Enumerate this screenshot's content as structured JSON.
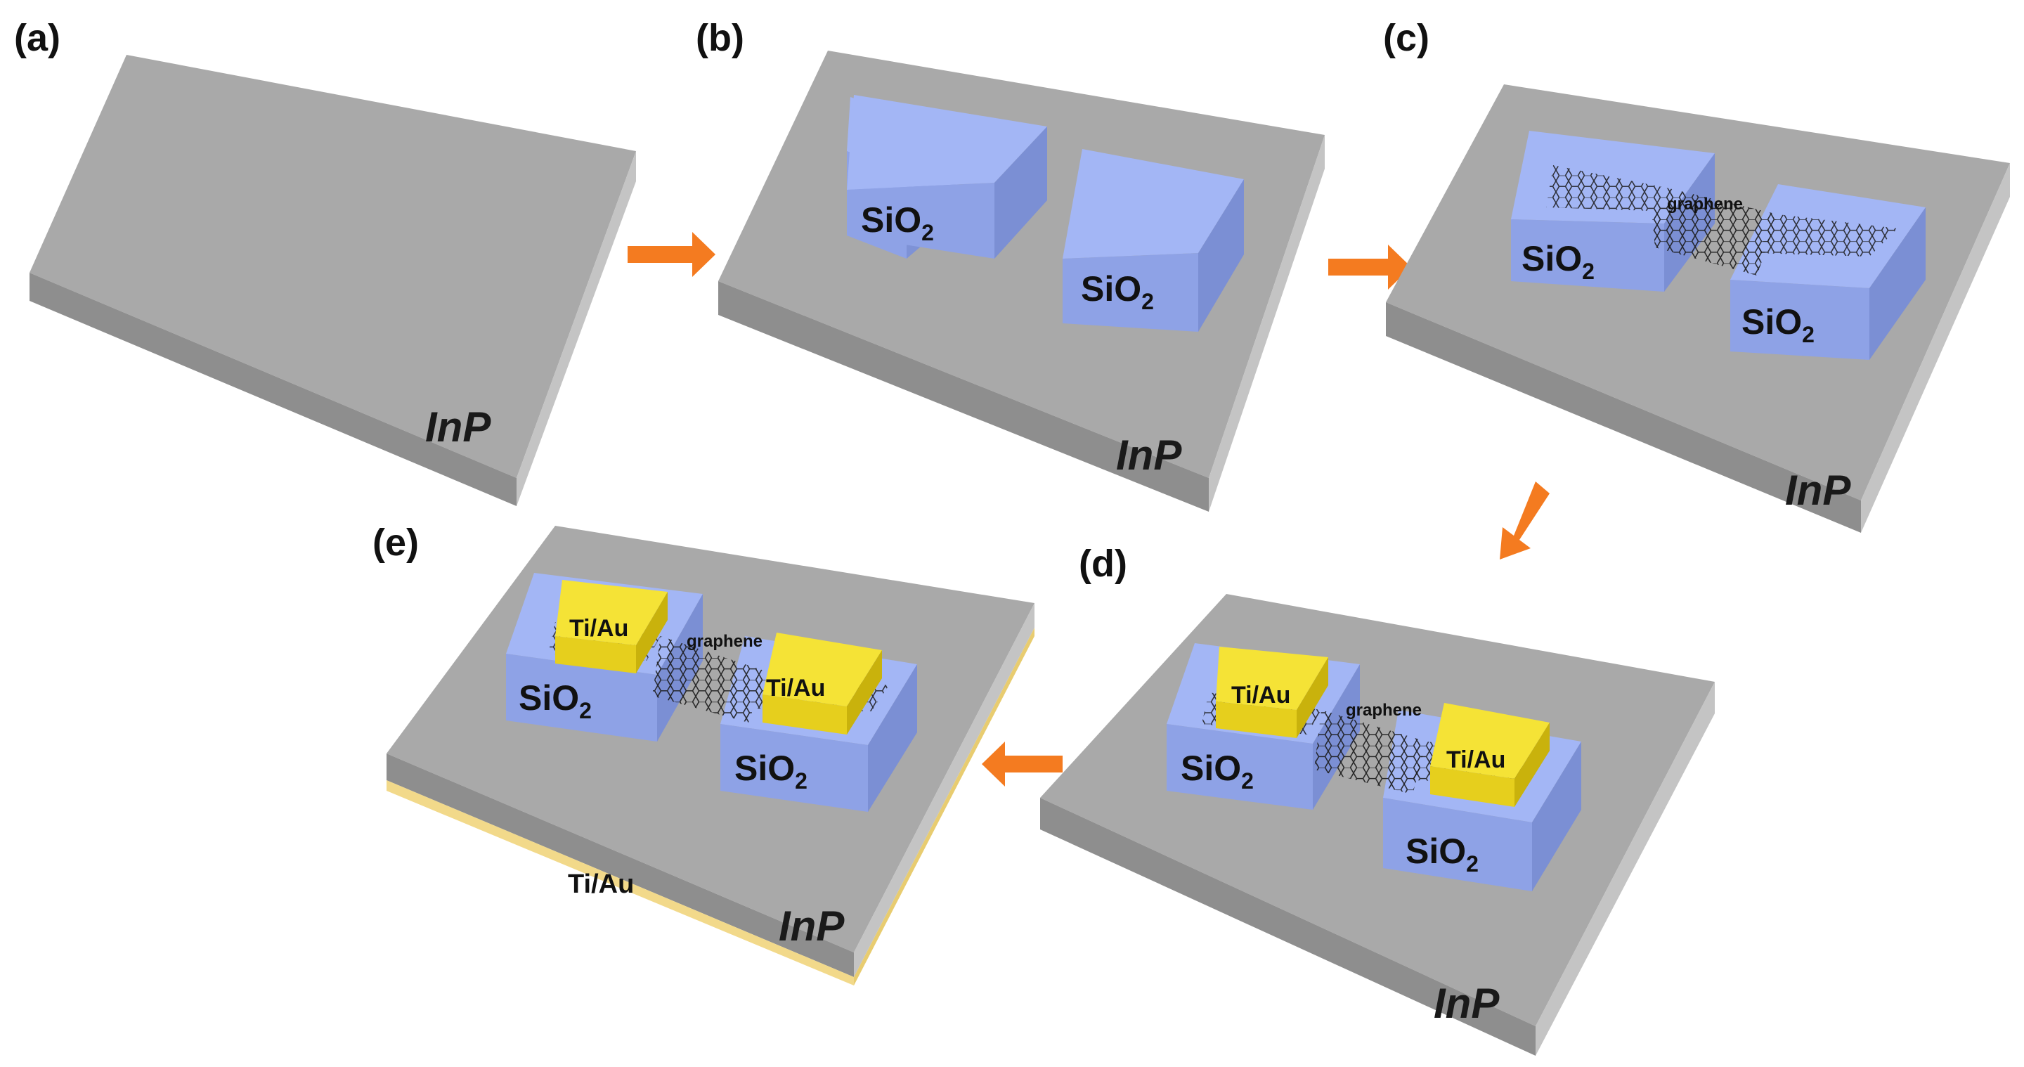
{
  "panels": {
    "a": {
      "label": "(a)",
      "substrate": "InP"
    },
    "b": {
      "label": "(b)",
      "substrate": "InP",
      "oxide": "SiO",
      "oxide_sub": "2"
    },
    "c": {
      "label": "(c)",
      "substrate": "InP",
      "oxide": "SiO",
      "oxide_sub": "2",
      "channel": "graphene"
    },
    "d": {
      "label": "(d)",
      "substrate": "InP",
      "oxide": "SiO",
      "oxide_sub": "2",
      "channel": "graphene",
      "contact": "Ti/Au"
    },
    "e": {
      "label": "(e)",
      "substrate": "InP",
      "oxide": "SiO",
      "oxide_sub": "2",
      "channel": "graphene",
      "contact": "Ti/Au",
      "back_contact": "Ti/Au"
    }
  },
  "colors": {
    "substrate_top": "#a8a8a8",
    "substrate_front": "#8f8f8f",
    "substrate_side": "#bdbdbd",
    "oxide_top": "#a3b6f5",
    "oxide_front": "#8ea2e6",
    "oxide_side": "#7f93d8",
    "gold_top": "#f5e336",
    "gold_front": "#e9d420",
    "gold_side": "#cdb80f",
    "back_metal": "#f2d98a",
    "arrow": "#f47b20"
  },
  "arrows": [
    "a-to-b",
    "b-to-c",
    "c-to-d",
    "d-to-e"
  ]
}
